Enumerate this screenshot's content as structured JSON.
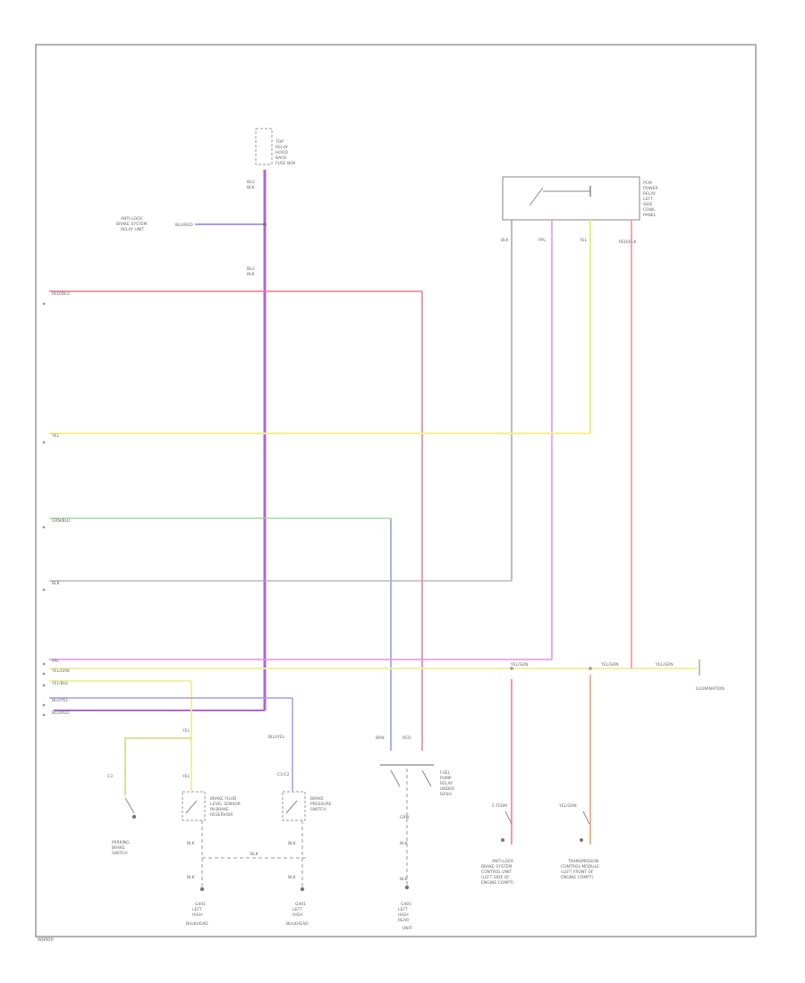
{
  "page": {
    "footer_code": "W0000"
  },
  "connectors": {
    "top_connector": [
      "TOP",
      "RELAY",
      "HOOD",
      "BACK",
      "FUSE BOX"
    ],
    "top_wire_label": [
      "BLU",
      "BLK"
    ],
    "mid_wire_label": [
      "BLU",
      "BLK"
    ],
    "side_relay_label": [
      "ANTI-LOCK",
      "BRAKE SYSTEM",
      "RELAY UNIT"
    ],
    "side_relay_wire": "BLU/RED"
  },
  "relay_box": {
    "label": [
      "PCM",
      "POWER",
      "RELAY",
      "LEFT",
      "SIDE",
      "COWL",
      "PANEL"
    ],
    "pin_labels": [
      "BLK",
      "PPL",
      "YEL",
      "RED/BLK"
    ]
  },
  "left_terminals": {
    "labels": [
      "RED/BLU",
      "YEL",
      "GRN/BLU",
      "BLK",
      "PPL",
      "YEL/GRN",
      "YEL/BLU",
      "BLU/YEL",
      "BLU/RED"
    ]
  },
  "right_side": {
    "wire_a": "YEL/GRN",
    "wire_b": "YEL/GRN",
    "wire_c": "YEL/GRN",
    "illumination_label": "ILLUMINATION"
  },
  "components": {
    "parking_brake": {
      "wire": "YEL",
      "terminal": "C3",
      "label": [
        "PARKING",
        "BRAKE",
        "SWITCH"
      ]
    },
    "fluid_sensor_1": {
      "wire": "YEL",
      "label": [
        "BRAKE FLUID",
        "LEVEL SENSOR",
        "IN BRAKE",
        "RESERVOIR"
      ],
      "wires": [
        "BLK",
        "BLK"
      ],
      "ground": [
        "G401",
        "LEFT",
        "HIGH",
        "BULKHEAD"
      ]
    },
    "fluid_sensor_2": {
      "wire": "BLU/YEL",
      "connector": "C1/C2",
      "label": [
        "BRAKE",
        "PRESSURE",
        "SWITCH"
      ],
      "wires": [
        "BLK",
        "BLK"
      ],
      "ground": [
        "G401",
        "LEFT",
        "HIGH",
        "BULKHEAD"
      ]
    },
    "fuel_pump": {
      "wires_in": [
        "BRN",
        "RED"
      ],
      "label": [
        "FUEL",
        "PUMP",
        "RELAY",
        "UNDER",
        "DASH"
      ],
      "wires": [
        "GRN",
        "BLK",
        "BLK"
      ],
      "ground": [
        "G401",
        "LEFT",
        "HIGH",
        "REAR",
        "UNIT"
      ]
    },
    "abs_unit": {
      "wire": "C-TERM",
      "label": [
        "ANTI-LOCK",
        "BRAKE SYSTEM",
        "CONTROL UNIT",
        "(LEFT SIDE OF",
        "ENGINE COMPT)"
      ]
    },
    "light_unit": {
      "wire": "YEL/GRN",
      "label": [
        "TRANSMISSION",
        "CONTROL MODULE",
        "(LEFT FRONT OF",
        "ENGINE COMPT)"
      ]
    },
    "shared_ground_wire": "BLK"
  }
}
